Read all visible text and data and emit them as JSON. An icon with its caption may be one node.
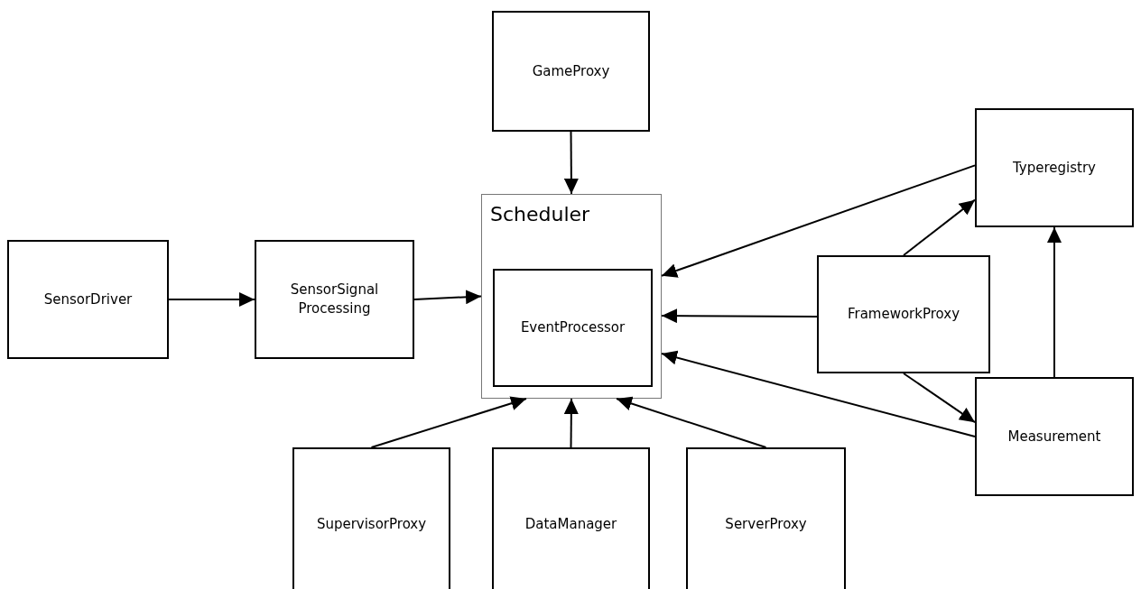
{
  "diagram": {
    "nodes": [
      {
        "text": [
          "GameProxy"
        ]
      },
      {
        "text": [
          "Scheduler"
        ]
      },
      {
        "text": [
          "EventProcessor"
        ],
        "in": 1
      },
      {
        "text": [
          "SensorDriver"
        ]
      },
      {
        "text": [
          "SensorSignal Processing"
        ]
      },
      {
        "text": [
          "Typeregistry"
        ]
      },
      {
        "text": [
          "FrameworkProxy"
        ]
      },
      {
        "text": [
          "Measurement"
        ]
      },
      {
        "text": [
          "SupervisorProxy"
        ]
      },
      {
        "text": [
          "DataManager"
        ]
      },
      {
        "text": [
          "ServerProxy"
        ]
      }
    ],
    "edges": [
      {
        "from": 0,
        "to": 1,
        "arrow": "to"
      },
      {
        "from": 3,
        "to": 4,
        "arrow": "to"
      },
      {
        "from": 4,
        "to": 1,
        "arrow": "to"
      },
      {
        "from": 5,
        "to": 1,
        "arrow": "to"
      },
      {
        "from": 6,
        "to": 1,
        "arrow": "to"
      },
      {
        "from": 7,
        "to": 1,
        "arrow": "to"
      },
      {
        "from": 6,
        "to": 5,
        "arrow": "to"
      },
      {
        "from": 6,
        "to": 7,
        "arrow": "to"
      },
      {
        "from": 7,
        "to": 5,
        "arrow": "to"
      },
      {
        "from": 8,
        "to": 1,
        "arrow": "to"
      },
      {
        "from": 9,
        "to": 1,
        "arrow": "to"
      },
      {
        "from": 10,
        "to": 1,
        "arrow": "to"
      }
    ]
  }
}
